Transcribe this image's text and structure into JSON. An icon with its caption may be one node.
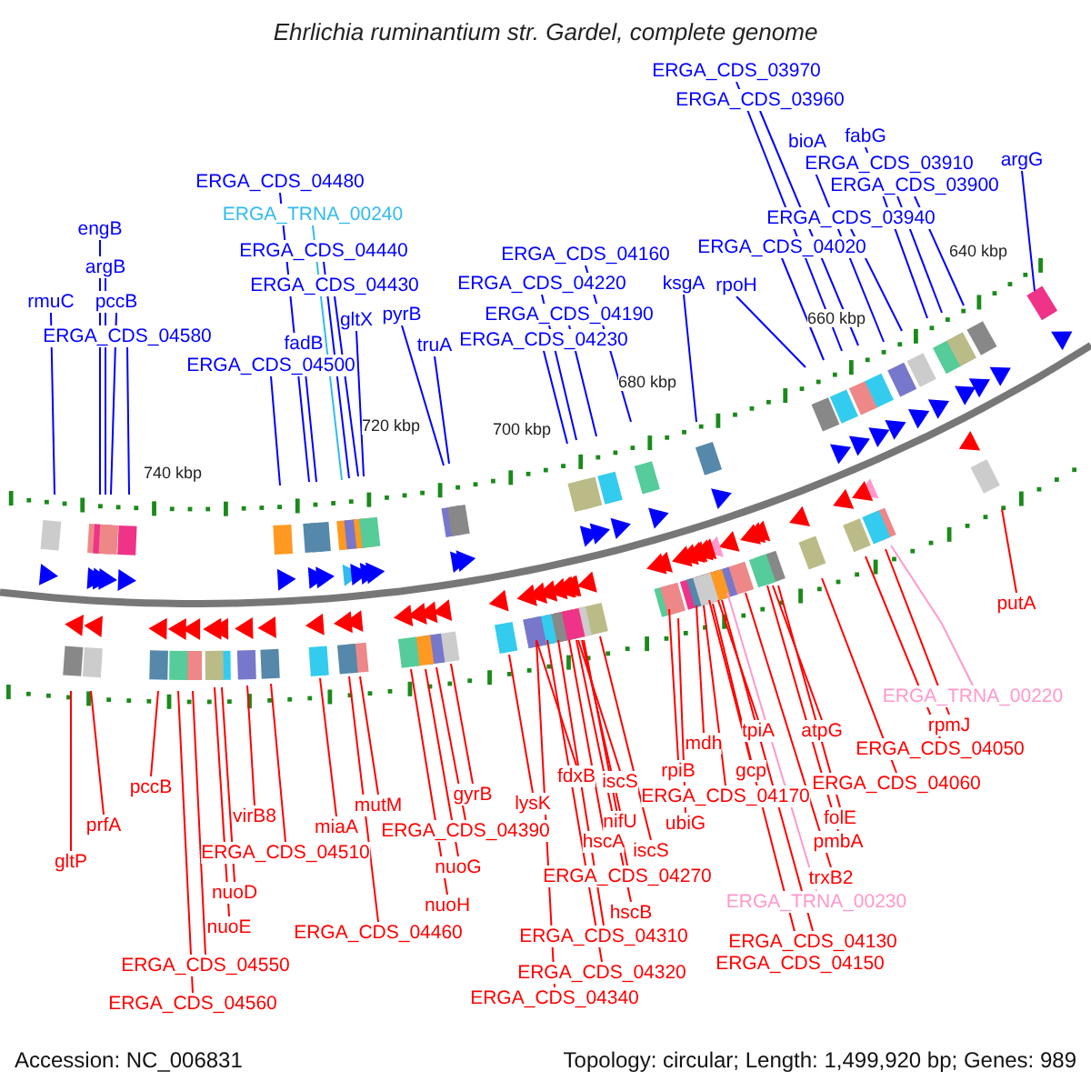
{
  "diagram": {
    "title": "Ehrlichia ruminantium str. Gardel, complete genome",
    "nodes": [
      {
        "text": [
          "ERGA_CDS_03970"
        ]
      },
      {
        "text": [
          "ERGA_CDS_03960"
        ]
      },
      {
        "text": [
          "bioA"
        ]
      },
      {
        "text": [
          "fabG"
        ]
      },
      {
        "text": [
          "argG"
        ]
      },
      {
        "text": [
          "ERGA_CDS_03910"
        ]
      },
      {
        "text": [
          "ERGA_CDS_04480"
        ]
      },
      {
        "text": [
          "ERGA_CDS_03900"
        ]
      },
      {
        "text": [
          "ERGA_TRNA_00240"
        ]
      },
      {
        "text": [
          "ERGA_CDS_03940"
        ]
      },
      {
        "text": [
          "engB"
        ]
      },
      {
        "text": [
          "ERGA_CDS_04020"
        ]
      },
      {
        "text": [
          "ERGA_CDS_04440"
        ]
      },
      {
        "text": [
          "ERGA_CDS_04160"
        ]
      },
      {
        "text": [
          "argB"
        ]
      },
      {
        "text": [
          "ERGA_CDS_04220"
        ]
      },
      {
        "text": [
          "ksgA"
        ]
      },
      {
        "text": [
          "rpoH"
        ]
      },
      {
        "text": [
          "ERGA_CDS_04430"
        ]
      },
      {
        "text": [
          "rmuC"
        ]
      },
      {
        "text": [
          "pccB"
        ]
      },
      {
        "text": [
          "ERGA_CDS_04190"
        ]
      },
      {
        "text": [
          "pyrB"
        ]
      },
      {
        "text": [
          "gltX"
        ]
      },
      {
        "text": [
          "ERGA_CDS_04580"
        ]
      },
      {
        "text": [
          "ERGA_CDS_04230"
        ]
      },
      {
        "text": [
          "fadB"
        ]
      },
      {
        "text": [
          "truA"
        ]
      },
      {
        "text": [
          "ERGA_CDS_04500"
        ]
      },
      {
        "text": [
          "putA"
        ]
      },
      {
        "text": [
          "ERGA_TRNA_00220"
        ]
      },
      {
        "text": [
          "rpmJ"
        ]
      },
      {
        "text": [
          "tpiA"
        ]
      },
      {
        "text": [
          "atpG"
        ]
      },
      {
        "text": [
          "mdh"
        ]
      },
      {
        "text": [
          "ERGA_CDS_04050"
        ]
      },
      {
        "text": [
          "pccB"
        ]
      },
      {
        "text": [
          "fdxB"
        ]
      },
      {
        "text": [
          "iscS"
        ]
      },
      {
        "text": [
          "gyrB"
        ]
      },
      {
        "text": [
          "mutM"
        ]
      },
      {
        "text": [
          "lysK"
        ]
      },
      {
        "text": [
          "virB8"
        ]
      },
      {
        "text": [
          "rpiB"
        ]
      },
      {
        "text": [
          "gcp"
        ]
      },
      {
        "text": [
          "ERGA_CDS_04060"
        ]
      },
      {
        "text": [
          "ERGA_CDS_04170"
        ]
      },
      {
        "text": [
          "folE"
        ]
      },
      {
        "text": [
          "nifU"
        ]
      },
      {
        "text": [
          "prfA"
        ]
      },
      {
        "text": [
          "ubiG"
        ]
      },
      {
        "text": [
          "miaA"
        ]
      },
      {
        "text": [
          "ERGA_CDS_04390"
        ]
      },
      {
        "text": [
          "pmbA"
        ]
      },
      {
        "text": [
          "hscA"
        ]
      },
      {
        "text": [
          "iscS"
        ]
      },
      {
        "text": [
          "ERGA_CDS_04510"
        ]
      },
      {
        "text": [
          "gltP"
        ]
      },
      {
        "text": [
          "nuoG"
        ]
      },
      {
        "text": [
          "ERGA_CDS_04270"
        ]
      },
      {
        "text": [
          "trxB2"
        ]
      },
      {
        "text": [
          "nuoD"
        ]
      },
      {
        "text": [
          "ERGA_TRNA_00230"
        ]
      },
      {
        "text": [
          "nuoH"
        ]
      },
      {
        "text": [
          "hscB"
        ]
      },
      {
        "text": [
          "nuoE"
        ]
      },
      {
        "text": [
          "ERGA_CDS_04460"
        ]
      },
      {
        "text": [
          "ERGA_CDS_04310"
        ]
      },
      {
        "text": [
          "ERGA_CDS_04130"
        ]
      },
      {
        "text": [
          "ERGA_CDS_04150"
        ]
      },
      {
        "text": [
          "ERGA_CDS_04550"
        ]
      },
      {
        "text": [
          "ERGA_CDS_04320"
        ]
      },
      {
        "text": [
          "ERGA_CDS_04340"
        ]
      },
      {
        "text": [
          "ERGA_CDS_04560"
        ]
      }
    ],
    "edges": [
      {
        "from": 0,
        "to": null,
        "arrow": "none",
        "color": "#0000ff"
      },
      {
        "from": 1,
        "to": null,
        "arrow": "none",
        "color": "#0000ff"
      },
      {
        "from": 2,
        "to": null,
        "arrow": "none",
        "color": "#0000ff"
      },
      {
        "from": 3,
        "to": null,
        "arrow": "none",
        "color": "#0000ff"
      },
      {
        "from": 4,
        "to": null,
        "arrow": "none",
        "color": "#0000ff"
      },
      {
        "from": 5,
        "to": null,
        "arrow": "none",
        "color": "#0000ff"
      },
      {
        "from": 6,
        "to": null,
        "arrow": "none",
        "color": "#0000ff"
      },
      {
        "from": 7,
        "to": null,
        "arrow": "none",
        "color": "#0000ff"
      },
      {
        "from": 8,
        "to": null,
        "arrow": "none",
        "color": "#33bbee"
      },
      {
        "from": 9,
        "to": null,
        "arrow": "none",
        "color": "#0000ff"
      },
      {
        "from": 10,
        "to": null,
        "arrow": "none",
        "color": "#0000ff"
      },
      {
        "from": 11,
        "to": null,
        "arrow": "none",
        "color": "#0000ff"
      },
      {
        "from": 12,
        "to": null,
        "arrow": "none",
        "color": "#0000ff"
      },
      {
        "from": 13,
        "to": null,
        "arrow": "none",
        "color": "#0000ff"
      },
      {
        "from": 14,
        "to": null,
        "arrow": "none",
        "color": "#0000ff"
      },
      {
        "from": 15,
        "to": null,
        "arrow": "none",
        "color": "#0000ff"
      },
      {
        "from": 16,
        "to": null,
        "arrow": "none",
        "color": "#0000ff"
      },
      {
        "from": 17,
        "to": null,
        "arrow": "none",
        "color": "#0000ff"
      },
      {
        "from": 18,
        "to": null,
        "arrow": "none",
        "color": "#0000ff"
      },
      {
        "from": 19,
        "to": null,
        "arrow": "none",
        "color": "#0000ff"
      },
      {
        "from": 20,
        "to": null,
        "arrow": "none",
        "color": "#0000ff"
      },
      {
        "from": 21,
        "to": null,
        "arrow": "none",
        "color": "#0000ff"
      },
      {
        "from": 22,
        "to": null,
        "arrow": "none",
        "color": "#0000ff"
      },
      {
        "from": 23,
        "to": null,
        "arrow": "none",
        "color": "#0000ff"
      },
      {
        "from": 24,
        "to": null,
        "arrow": "none",
        "color": "#0000ff"
      },
      {
        "from": 25,
        "to": null,
        "arrow": "none",
        "color": "#0000ff"
      },
      {
        "from": 26,
        "to": null,
        "arrow": "none",
        "color": "#0000ff"
      },
      {
        "from": 27,
        "to": null,
        "arrow": "none",
        "color": "#0000ff"
      },
      {
        "from": 28,
        "to": null,
        "arrow": "none",
        "color": "#0000ff"
      },
      {
        "from": 29,
        "to": null,
        "arrow": "none",
        "color": "#ff0000"
      },
      {
        "from": 30,
        "to": null,
        "arrow": "none",
        "color": "#ff99cc"
      },
      {
        "from": 31,
        "to": null,
        "arrow": "none",
        "color": "#ff0000"
      },
      {
        "from": 32,
        "to": null,
        "arrow": "none",
        "color": "#ff0000"
      },
      {
        "from": 33,
        "to": null,
        "arrow": "none",
        "color": "#ff0000"
      },
      {
        "from": 34,
        "to": null,
        "arrow": "none",
        "color": "#ff0000"
      },
      {
        "from": 35,
        "to": null,
        "arrow": "none",
        "color": "#ff0000"
      },
      {
        "from": 36,
        "to": null,
        "arrow": "none",
        "color": "#ff0000"
      },
      {
        "from": 37,
        "to": null,
        "arrow": "none",
        "color": "#ff0000"
      },
      {
        "from": 38,
        "to": null,
        "arrow": "none",
        "color": "#ff0000"
      },
      {
        "from": 39,
        "to": null,
        "arrow": "none",
        "color": "#ff0000"
      },
      {
        "from": 40,
        "to": null,
        "arrow": "none",
        "color": "#ff0000"
      },
      {
        "from": 41,
        "to": null,
        "arrow": "none",
        "color": "#ff0000"
      },
      {
        "from": 42,
        "to": null,
        "arrow": "none",
        "color": "#ff0000"
      },
      {
        "from": 43,
        "to": null,
        "arrow": "none",
        "color": "#ff0000"
      },
      {
        "from": 44,
        "to": null,
        "arrow": "none",
        "color": "#ff0000"
      },
      {
        "from": 45,
        "to": null,
        "arrow": "none",
        "color": "#ff0000"
      },
      {
        "from": 46,
        "to": null,
        "arrow": "none",
        "color": "#ff0000"
      },
      {
        "from": 47,
        "to": null,
        "arrow": "none",
        "color": "#ff0000"
      },
      {
        "from": 48,
        "to": null,
        "arrow": "none",
        "color": "#ff0000"
      },
      {
        "from": 49,
        "to": null,
        "arrow": "none",
        "color": "#ff0000"
      },
      {
        "from": 50,
        "to": null,
        "arrow": "none",
        "color": "#ff0000"
      },
      {
        "from": 51,
        "to": null,
        "arrow": "none",
        "color": "#ff0000"
      },
      {
        "from": 52,
        "to": null,
        "arrow": "none",
        "color": "#ff0000"
      },
      {
        "from": 53,
        "to": null,
        "arrow": "none",
        "color": "#ff0000"
      },
      {
        "from": 54,
        "to": null,
        "arrow": "none",
        "color": "#ff0000"
      },
      {
        "from": 55,
        "to": null,
        "arrow": "none",
        "color": "#ff0000"
      },
      {
        "from": 56,
        "to": null,
        "arrow": "none",
        "color": "#ff0000"
      },
      {
        "from": 57,
        "to": null,
        "arrow": "none",
        "color": "#ff0000"
      },
      {
        "from": 58,
        "to": null,
        "arrow": "none",
        "color": "#ff0000"
      },
      {
        "from": 59,
        "to": null,
        "arrow": "none",
        "color": "#ff0000"
      },
      {
        "from": 60,
        "to": null,
        "arrow": "none",
        "color": "#ff0000"
      },
      {
        "from": 61,
        "to": null,
        "arrow": "none",
        "color": "#ff0000"
      },
      {
        "from": 62,
        "to": null,
        "arrow": "none",
        "color": "#ff99cc"
      },
      {
        "from": 63,
        "to": null,
        "arrow": "none",
        "color": "#ff0000"
      },
      {
        "from": 64,
        "to": null,
        "arrow": "none",
        "color": "#ff0000"
      },
      {
        "from": 65,
        "to": null,
        "arrow": "none",
        "color": "#ff0000"
      },
      {
        "from": 66,
        "to": null,
        "arrow": "none",
        "color": "#ff0000"
      },
      {
        "from": 67,
        "to": null,
        "arrow": "none",
        "color": "#ff0000"
      },
      {
        "from": 68,
        "to": null,
        "arrow": "none",
        "color": "#ff0000"
      },
      {
        "from": 69,
        "to": null,
        "arrow": "none",
        "color": "#ff0000"
      },
      {
        "from": 70,
        "to": null,
        "arrow": "none",
        "color": "#ff0000"
      },
      {
        "from": 71,
        "to": null,
        "arrow": "none",
        "color": "#ff0000"
      },
      {
        "from": 72,
        "to": null,
        "arrow": "none",
        "color": "#ff0000"
      },
      {
        "from": 73,
        "to": null,
        "arrow": "none",
        "color": "#ff0000"
      }
    ],
    "labels": [
      "640 kbp",
      "660 kbp",
      "680 kbp",
      "700 kbp",
      "720 kbp",
      "740 kbp",
      "Accession: NC_006831",
      "Topology: circular; Length: 1,499,920 bp; Genes: 989"
    ]
  }
}
